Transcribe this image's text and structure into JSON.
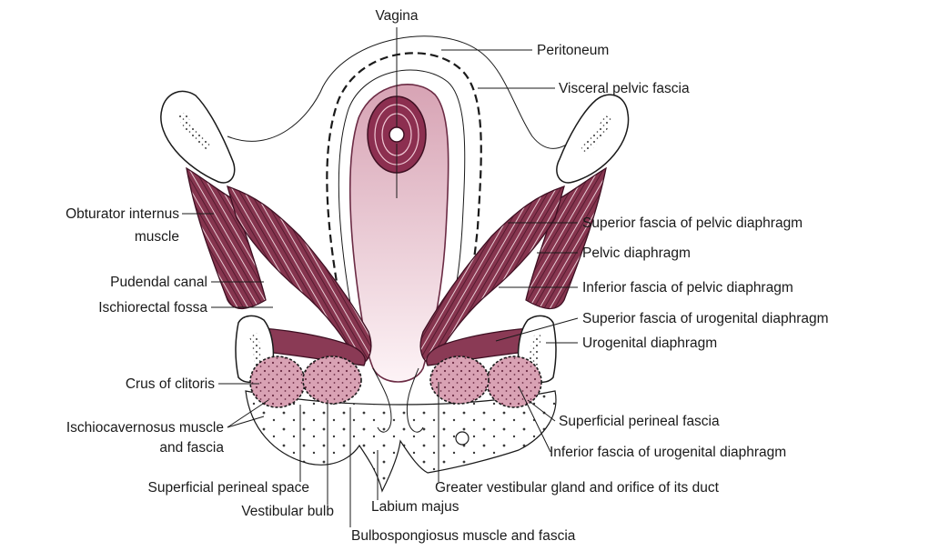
{
  "figure": {
    "colors": {
      "muscle": "#8a3a55",
      "muscle_dark": "#5e1f38",
      "vagina_fill_top": "#c98aa0",
      "vagina_fill_bottom": "#fbeef2",
      "bone": "#ffffff",
      "fat_dots": "#3a3a3a",
      "erectile": "#d89cb0",
      "line": "#1a1a1a"
    },
    "labels": {
      "vagina": "Vagina",
      "peritoneum": "Peritoneum",
      "visceral_pelvic_fascia": "Visceral pelvic fascia",
      "obturator_internus_1": "Obturator internus",
      "obturator_internus_2": "muscle",
      "superior_fascia_pelvic_diaphragm": "Superior fascia of pelvic diaphragm",
      "pelvic_diaphragm": "Pelvic diaphragm",
      "pudendal_canal": "Pudendal canal",
      "inferior_fascia_pelvic_diaphragm": "Inferior fascia of pelvic diaphragm",
      "ischiorectal_fossa": "Ischiorectal fossa",
      "superior_fascia_urogenital_diaphragm": "Superior fascia of urogenital diaphragm",
      "urogenital_diaphragm": "Urogenital diaphragm",
      "crus_of_clitoris": "Crus of clitoris",
      "ischiocavernosus_1": "Ischiocavernosus muscle",
      "ischiocavernosus_2": "and fascia",
      "superficial_perineal_fascia": "Superficial perineal fascia",
      "inferior_fascia_urogenital_diaphragm": "Inferior fascia of urogenital diaphragm",
      "superficial_perineal_space": "Superficial perineal space",
      "greater_vestibular_gland": "Greater vestibular gland and orifice of its duct",
      "vestibular_bulb": "Vestibular bulb",
      "labium_majus": "Labium majus",
      "bulbospongiosus": "Bulbospongiosus muscle and fascia"
    }
  }
}
